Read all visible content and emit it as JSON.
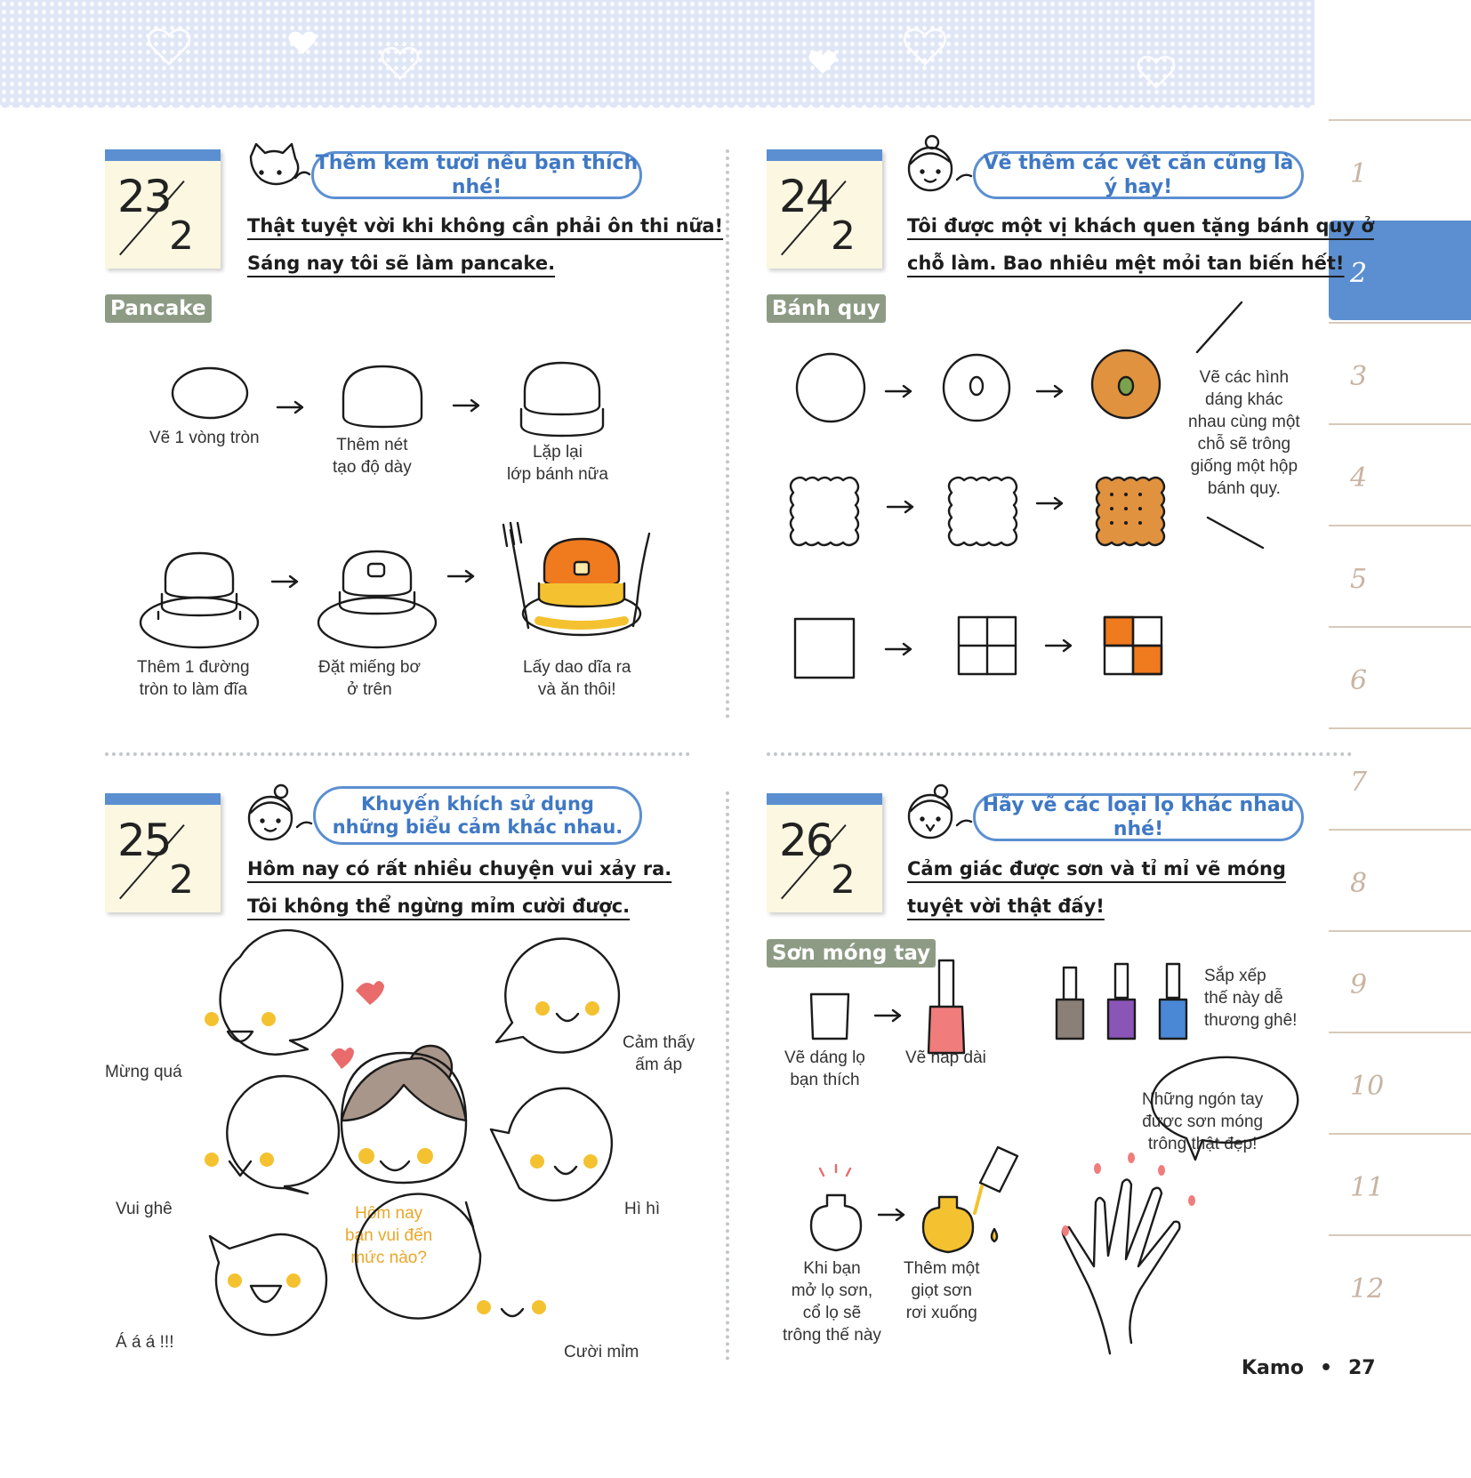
{
  "months": [
    "1",
    "2",
    "3",
    "4",
    "5",
    "6",
    "7",
    "8",
    "9",
    "10",
    "11",
    "12"
  ],
  "active_month": "2",
  "entries": [
    {
      "day": "23",
      "month": "2",
      "tip": "Thêm kem tươi nếu bạn thích nhé!",
      "lines": [
        "Thật tuyệt vời khi không cần phải ôn thi nữa!",
        "Sáng nay tôi sẽ làm pancake."
      ],
      "tag": "Pancake",
      "captions": [
        "Vẽ 1 vòng tròn",
        "Thêm nét\ntạo độ dày",
        "Lặp lại\nlớp bánh nữa",
        "Thêm 1 đường\ntròn to làm đĩa",
        "Đặt miếng bơ\nở trên",
        "Lấy dao dĩa ra\nvà ăn thôi!"
      ]
    },
    {
      "day": "24",
      "month": "2",
      "tip": "Vẽ thêm các vết cắn cũng là ý hay!",
      "lines": [
        "Tôi được một vị khách quen tặng bánh quy ở",
        "chỗ làm. Bao nhiêu mệt mỏi tan biến hết!"
      ],
      "tag": "Bánh quy",
      "note": "Vẽ các hình\ndáng khác\nnhau cùng một\nchỗ sẽ trông\ngiống một hộp\nbánh quy."
    },
    {
      "day": "25",
      "month": "2",
      "tip": "Khuyến khích sử dụng\nnhững biểu cảm khác nhau.",
      "lines": [
        "Hôm nay có rất nhiều chuyện vui xảy ra.",
        "Tôi không thể ngừng mỉm cười được."
      ],
      "captions": [
        "Mừng quá",
        "Cảm thấy\nấm áp",
        "Vui ghê",
        "Hì hì",
        "Á á á !!!",
        "Cười mỉm"
      ],
      "center_caption": "Hôm nay\nbạn vui đến\nmức nào?"
    },
    {
      "day": "26",
      "month": "2",
      "tip": "Hãy vẽ các loại lọ khác nhau nhé!",
      "lines": [
        "Cảm giác được sơn và tỉ mỉ vẽ móng",
        "tuyệt vời thật đấy!"
      ],
      "tag": "Sơn móng tay",
      "captions": [
        "Vẽ dáng lọ\nbạn thích",
        "Vẽ nắp dài",
        "Sắp xếp\nthế này dễ\nthương ghê!",
        "Khi bạn\nmở lọ sơn,\ncổ lọ sẽ\ntrông thế này",
        "Thêm một\ngiọt sơn\nrơi xuống"
      ],
      "speech": "Những ngón tay\nđược sơn móng\ntrông thật đẹp!"
    }
  ],
  "footer": {
    "author": "Kamo",
    "page": "27"
  },
  "colors": {
    "accent": "#5b8fd1",
    "tag": "#8d9b84",
    "calendar": "#fbf7e1",
    "cheek": "#f4c230",
    "cookie": "#e0923f",
    "orange": "#f07a1e"
  }
}
